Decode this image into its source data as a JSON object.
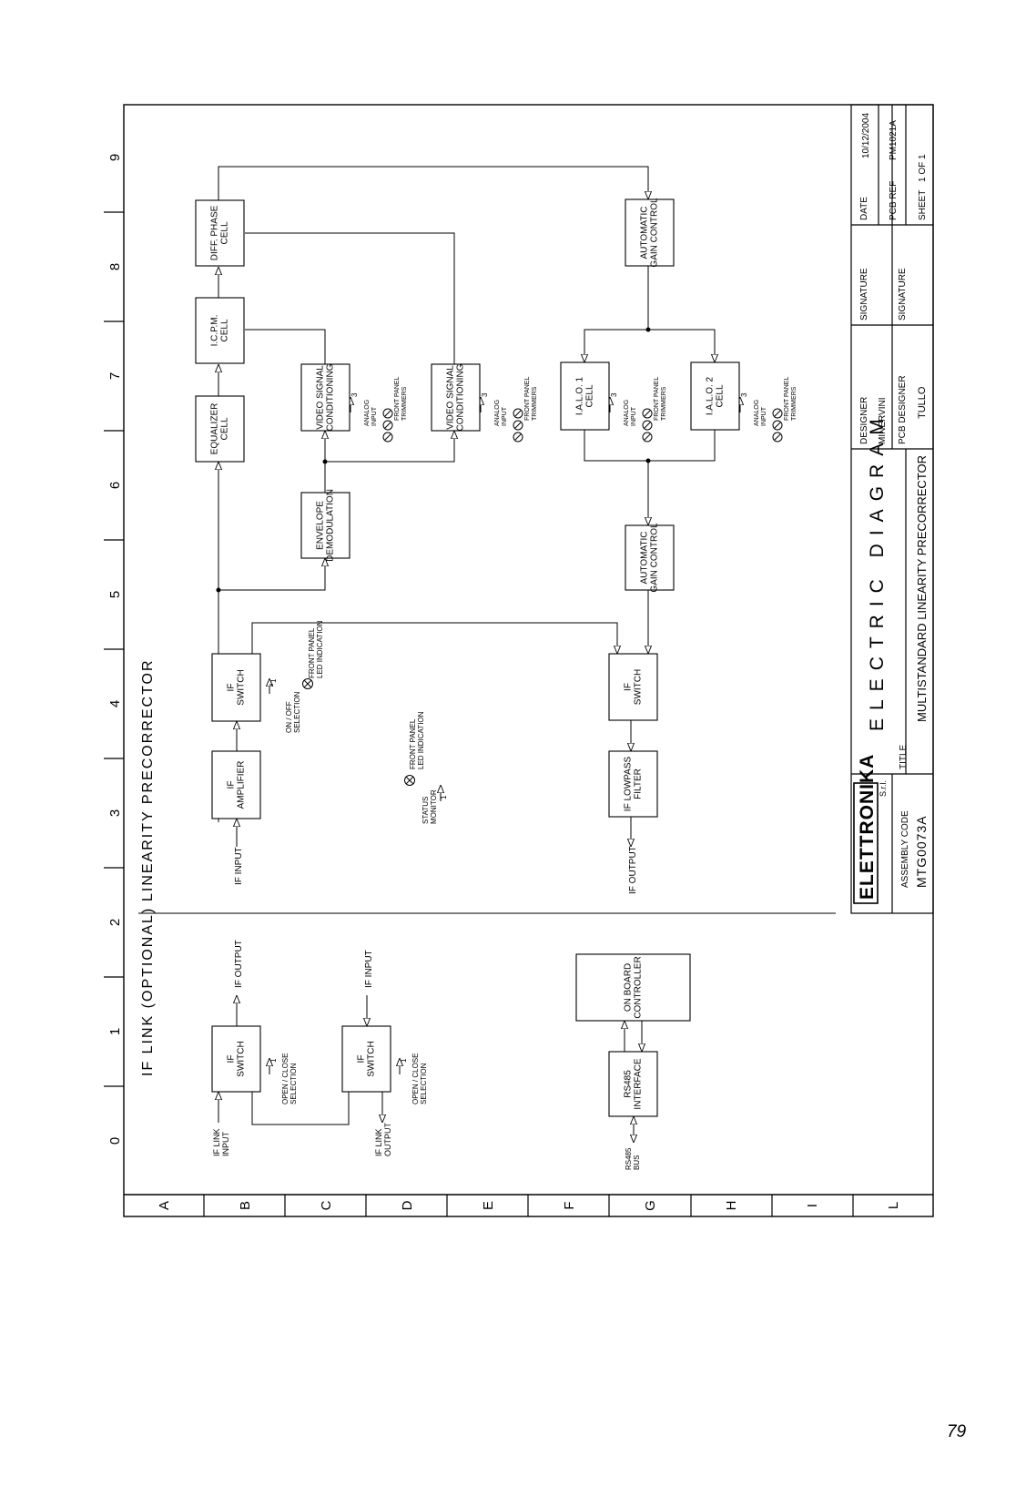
{
  "grid": {
    "columns": [
      "0",
      "1",
      "2",
      "3",
      "4",
      "5",
      "6",
      "7",
      "8",
      "9"
    ],
    "rows": [
      "A",
      "B",
      "C",
      "D",
      "E",
      "F",
      "G",
      "H",
      "I",
      "L"
    ]
  },
  "sections": {
    "linearity": "LINEARITY PRECORRECTOR",
    "if_link": "IF LINK (OPTIONAL)"
  },
  "blocks": {
    "diff_phase": [
      "DIFF. PHASE",
      "CELL"
    ],
    "icpm": [
      "I.C.P.M.",
      "CELL"
    ],
    "equalizer": [
      "EQUALIZER",
      "CELL"
    ],
    "vsc1": [
      "VIDEO SIGNAL",
      "CONDITIONING"
    ],
    "vsc2": [
      "VIDEO SIGNAL",
      "CONDITIONING"
    ],
    "envelope": [
      "ENVELOPE",
      "DEMODULATION"
    ],
    "if_switch_top": [
      "IF",
      "SWITCH"
    ],
    "if_amplifier": [
      "IF",
      "AMPLIFIER"
    ],
    "agc_top": [
      "AUTOMATIC",
      "GAIN CONTROL"
    ],
    "ialo1": [
      "I.A.L.O. 1",
      "CELL"
    ],
    "ialo2": [
      "I.A.L.O. 2",
      "CELL"
    ],
    "agc_mid": [
      "AUTOMATIC",
      "GAIN CONTROL"
    ],
    "if_switch_mid": [
      "IF",
      "SWITCH"
    ],
    "if_lowpass": [
      "IF LOWPASS",
      "FILTER"
    ],
    "link_switch_1": [
      "IF",
      "SWITCH"
    ],
    "link_switch_2": [
      "IF",
      "SWITCH"
    ],
    "onboard": [
      "ON BOARD",
      "CONTROLLER"
    ],
    "rs485_iface": [
      "RS485",
      "INTERFACE"
    ]
  },
  "labels": {
    "if_input": "IF INPUT",
    "if_output": "IF OUTPUT",
    "if_link_input": [
      "IF LINK",
      "INPUT"
    ],
    "if_link_output": [
      "IF LINK",
      "OUTPUT"
    ],
    "link_if_output": "IF OUTPUT",
    "link_if_input": "IF INPUT",
    "rs485_bus": [
      "RS485",
      "BUS"
    ],
    "analog_input": [
      "ANALOG",
      "INPUT"
    ],
    "front_panel_trimmers": [
      "FRONT PANEL",
      "TRIMMERS"
    ],
    "front_panel_led": [
      "FRONT PANEL",
      "LED INDICATION"
    ],
    "on_off_selection": [
      "ON / OFF",
      "SELECTION"
    ],
    "open_close_selection": [
      "OPEN / CLOSE",
      "SELECTION"
    ],
    "status_monitor": [
      "STATUS",
      "MONITOR"
    ],
    "bus_count_1": "1",
    "bus_count_3": "3"
  },
  "title_block": {
    "company": "ELETTRONIKA",
    "company_suffix": "S.r.l.",
    "assembly_code_label": "ASSEMBLY CODE",
    "assembly_code": "MTG0073A",
    "title_label": "TITLE",
    "heading": "ELECTRIC DIAGRAM",
    "title": "MULTISTANDARD LINEARITY PRECORRECTOR",
    "designer_label": "DESIGNER",
    "designer": "MINERVINI",
    "pcb_designer_label": "PCB DESIGNER",
    "pcb_designer": "TULLO",
    "signature_label": "SIGNATURE",
    "date_label": "DATE",
    "date": "10/12/2004",
    "pcb_ref_label": "PCB REF",
    "pcb_ref": "PM1021A",
    "sheet_label": "SHEET",
    "sheet": "1 OF 1"
  },
  "page_number": "79"
}
